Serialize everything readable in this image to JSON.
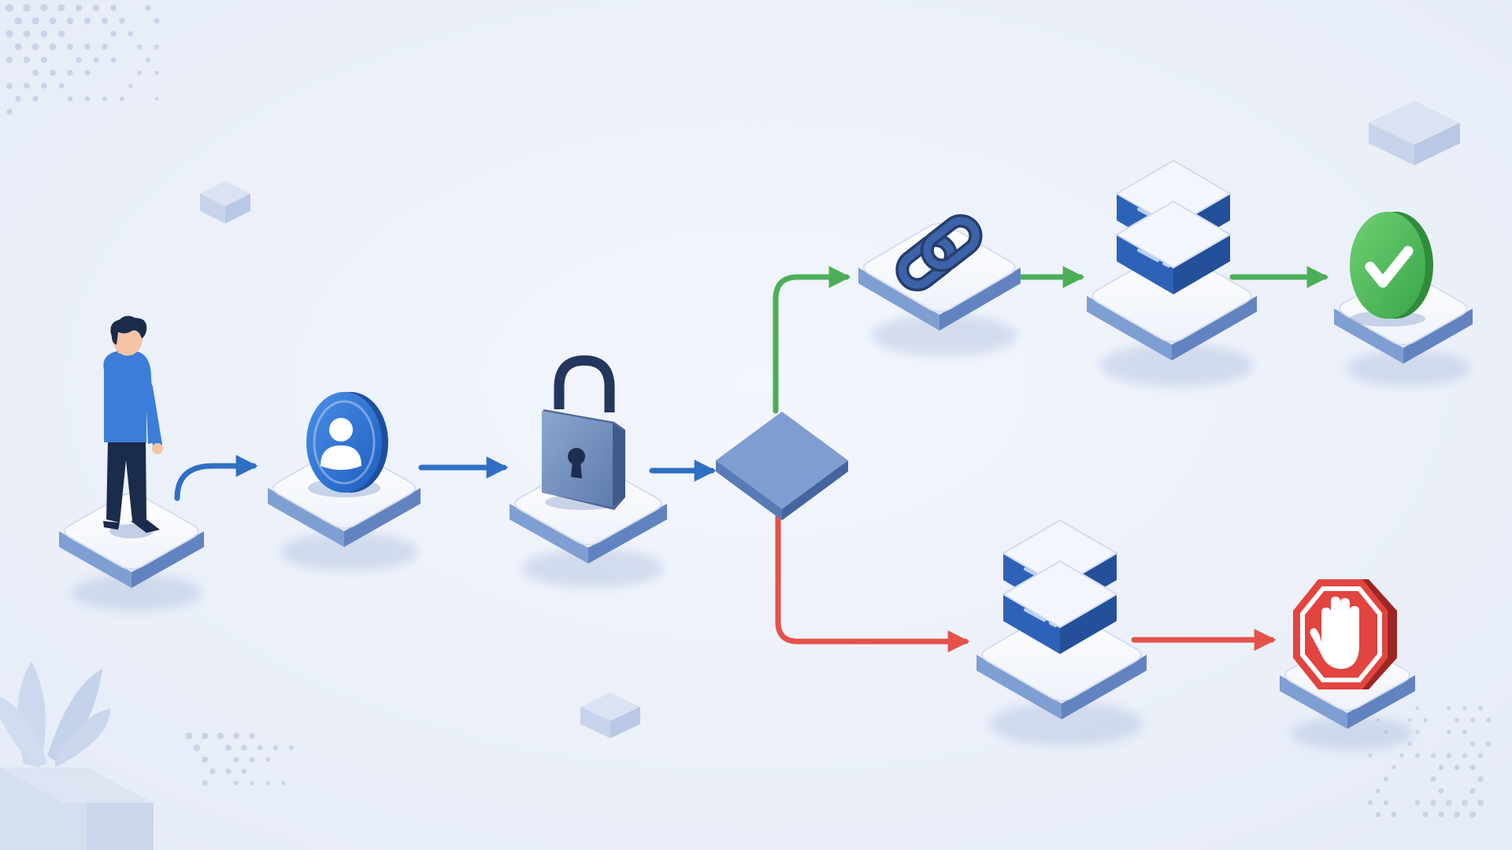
{
  "diagram": {
    "type": "isometric-flow",
    "nodes": [
      {
        "id": "user",
        "icon": "person-icon"
      },
      {
        "id": "identity",
        "icon": "user-avatar-icon"
      },
      {
        "id": "auth",
        "icon": "padlock-icon"
      },
      {
        "id": "decision",
        "icon": "diamond-icon"
      },
      {
        "id": "link",
        "icon": "chain-link-icon"
      },
      {
        "id": "server-allowed",
        "icon": "server-stack-icon"
      },
      {
        "id": "success",
        "icon": "check-circle-icon"
      },
      {
        "id": "server-denied",
        "icon": "server-stack-icon"
      },
      {
        "id": "blocked",
        "icon": "stop-hand-icon"
      }
    ],
    "edges": [
      {
        "from": "user",
        "to": "identity",
        "status": "neutral"
      },
      {
        "from": "identity",
        "to": "auth",
        "status": "neutral"
      },
      {
        "from": "auth",
        "to": "decision",
        "status": "neutral"
      },
      {
        "from": "decision",
        "to": "link",
        "status": "success"
      },
      {
        "from": "link",
        "to": "server-allowed",
        "status": "success"
      },
      {
        "from": "server-allowed",
        "to": "success",
        "status": "success"
      },
      {
        "from": "decision",
        "to": "server-denied",
        "status": "failure"
      },
      {
        "from": "server-denied",
        "to": "blocked",
        "status": "failure"
      }
    ]
  },
  "colors": {
    "background": "#edf1f9",
    "neutral_flow": "#2f6fc4",
    "success_flow": "#4caf58",
    "failure_flow": "#e4514a",
    "tile_top": "#f7f9fd",
    "tile_side": "#6d8fc7"
  }
}
